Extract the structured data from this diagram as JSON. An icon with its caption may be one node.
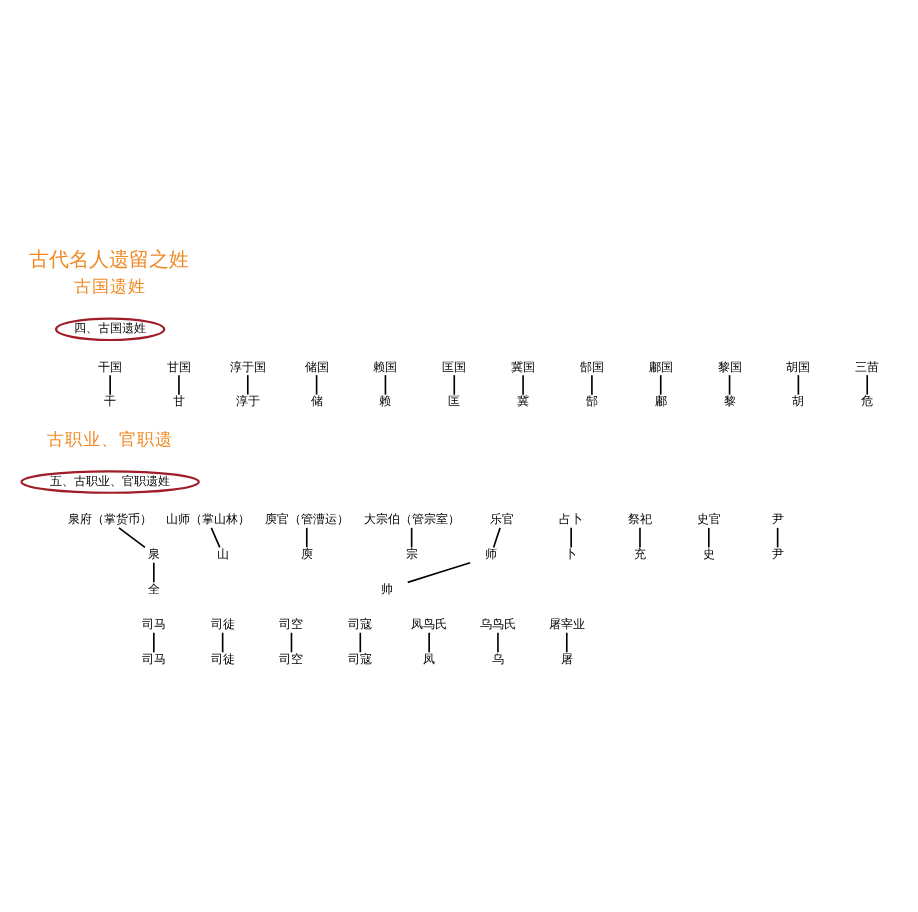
{
  "diagram": {
    "title": "古代名人遗留之姓",
    "nodes": [
      {
        "text": [
          "四、古国遗姓"
        ]
      },
      {
        "text": [
          "干国"
        ]
      },
      {
        "text": [
          "甘国"
        ]
      },
      {
        "text": [
          "淳于国"
        ]
      },
      {
        "text": [
          "储国"
        ]
      },
      {
        "text": [
          "赖国"
        ]
      },
      {
        "text": [
          "匡国"
        ]
      },
      {
        "text": [
          "冀国"
        ]
      },
      {
        "text": [
          "郜国"
        ]
      },
      {
        "text": [
          "鄘国"
        ]
      },
      {
        "text": [
          "黎国"
        ]
      },
      {
        "text": [
          "胡国"
        ]
      },
      {
        "text": [
          "三苗"
        ]
      },
      {
        "text": [
          "干"
        ]
      },
      {
        "text": [
          "甘"
        ]
      },
      {
        "text": [
          "淳于"
        ]
      },
      {
        "text": [
          "储"
        ]
      },
      {
        "text": [
          "赖"
        ]
      },
      {
        "text": [
          "匡"
        ]
      },
      {
        "text": [
          "冀"
        ]
      },
      {
        "text": [
          "郜"
        ]
      },
      {
        "text": [
          "鄘"
        ]
      },
      {
        "text": [
          "黎"
        ]
      },
      {
        "text": [
          "胡"
        ]
      },
      {
        "text": [
          "危"
        ]
      },
      {
        "text": [
          "五、古职业、官职遗姓"
        ]
      },
      {
        "text": [
          "泉府（掌货币）"
        ]
      },
      {
        "text": [
          "山师（掌山林）"
        ]
      },
      {
        "text": [
          "庾官（管漕运）"
        ]
      },
      {
        "text": [
          "大宗伯（管宗室）"
        ]
      },
      {
        "text": [
          "乐官"
        ]
      },
      {
        "text": [
          "占卜"
        ]
      },
      {
        "text": [
          "祭祀"
        ]
      },
      {
        "text": [
          "史官"
        ]
      },
      {
        "text": [
          "尹"
        ]
      },
      {
        "text": [
          "泉"
        ]
      },
      {
        "text": [
          "山"
        ]
      },
      {
        "text": [
          "庾"
        ]
      },
      {
        "text": [
          "宗"
        ]
      },
      {
        "text": [
          "师"
        ]
      },
      {
        "text": [
          "卜"
        ]
      },
      {
        "text": [
          "充"
        ]
      },
      {
        "text": [
          "史"
        ]
      },
      {
        "text": [
          "尹"
        ]
      },
      {
        "text": [
          "全"
        ]
      },
      {
        "text": [
          "帅"
        ]
      },
      {
        "text": [
          "司马"
        ]
      },
      {
        "text": [
          "司徒"
        ]
      },
      {
        "text": [
          "司空"
        ]
      },
      {
        "text": [
          "司寇"
        ]
      },
      {
        "text": [
          "凤鸟氏"
        ]
      },
      {
        "text": [
          "乌鸟氏"
        ]
      },
      {
        "text": [
          "屠宰业"
        ]
      },
      {
        "text": [
          "司马"
        ]
      },
      {
        "text": [
          "司徒"
        ]
      },
      {
        "text": [
          "司空"
        ]
      },
      {
        "text": [
          "司寇"
        ]
      },
      {
        "text": [
          "凤"
        ]
      },
      {
        "text": [
          "乌"
        ]
      },
      {
        "text": [
          "屠"
        ]
      }
    ],
    "edges": [
      {
        "from": 1,
        "to": 13,
        "arrow": "none"
      },
      {
        "from": 2,
        "to": 14,
        "arrow": "none"
      },
      {
        "from": 3,
        "to": 15,
        "arrow": "none"
      },
      {
        "from": 4,
        "to": 16,
        "arrow": "none"
      },
      {
        "from": 5,
        "to": 17,
        "arrow": "none"
      },
      {
        "from": 6,
        "to": 18,
        "arrow": "none"
      },
      {
        "from": 7,
        "to": 19,
        "arrow": "none"
      },
      {
        "from": 8,
        "to": 20,
        "arrow": "none"
      },
      {
        "from": 9,
        "to": 21,
        "arrow": "none"
      },
      {
        "from": 10,
        "to": 22,
        "arrow": "none"
      },
      {
        "from": 11,
        "to": 23,
        "arrow": "none"
      },
      {
        "from": 12,
        "to": 24,
        "arrow": "none"
      },
      {
        "from": 26,
        "to": 35,
        "arrow": "none"
      },
      {
        "from": 27,
        "to": 36,
        "arrow": "none"
      },
      {
        "from": 28,
        "to": 37,
        "arrow": "none"
      },
      {
        "from": 29,
        "to": 38,
        "arrow": "none"
      },
      {
        "from": 30,
        "to": 39,
        "arrow": "none"
      },
      {
        "from": 31,
        "to": 40,
        "arrow": "none"
      },
      {
        "from": 32,
        "to": 41,
        "arrow": "none"
      },
      {
        "from": 33,
        "to": 42,
        "arrow": "none"
      },
      {
        "from": 34,
        "to": 43,
        "arrow": "none"
      },
      {
        "from": 35,
        "to": 44,
        "arrow": "none"
      },
      {
        "from": 39,
        "to": 45,
        "arrow": "none"
      },
      {
        "from": 46,
        "to": 53,
        "arrow": "none"
      },
      {
        "from": 47,
        "to": 54,
        "arrow": "none"
      },
      {
        "from": 48,
        "to": 55,
        "arrow": "none"
      },
      {
        "from": 49,
        "to": 56,
        "arrow": "none"
      },
      {
        "from": 50,
        "to": 57,
        "arrow": "none"
      },
      {
        "from": 51,
        "to": 58,
        "arrow": "none"
      },
      {
        "from": 52,
        "to": 59,
        "arrow": "none"
      }
    ],
    "labels": [
      "古国遗姓",
      "古职业、官职遗"
    ]
  }
}
